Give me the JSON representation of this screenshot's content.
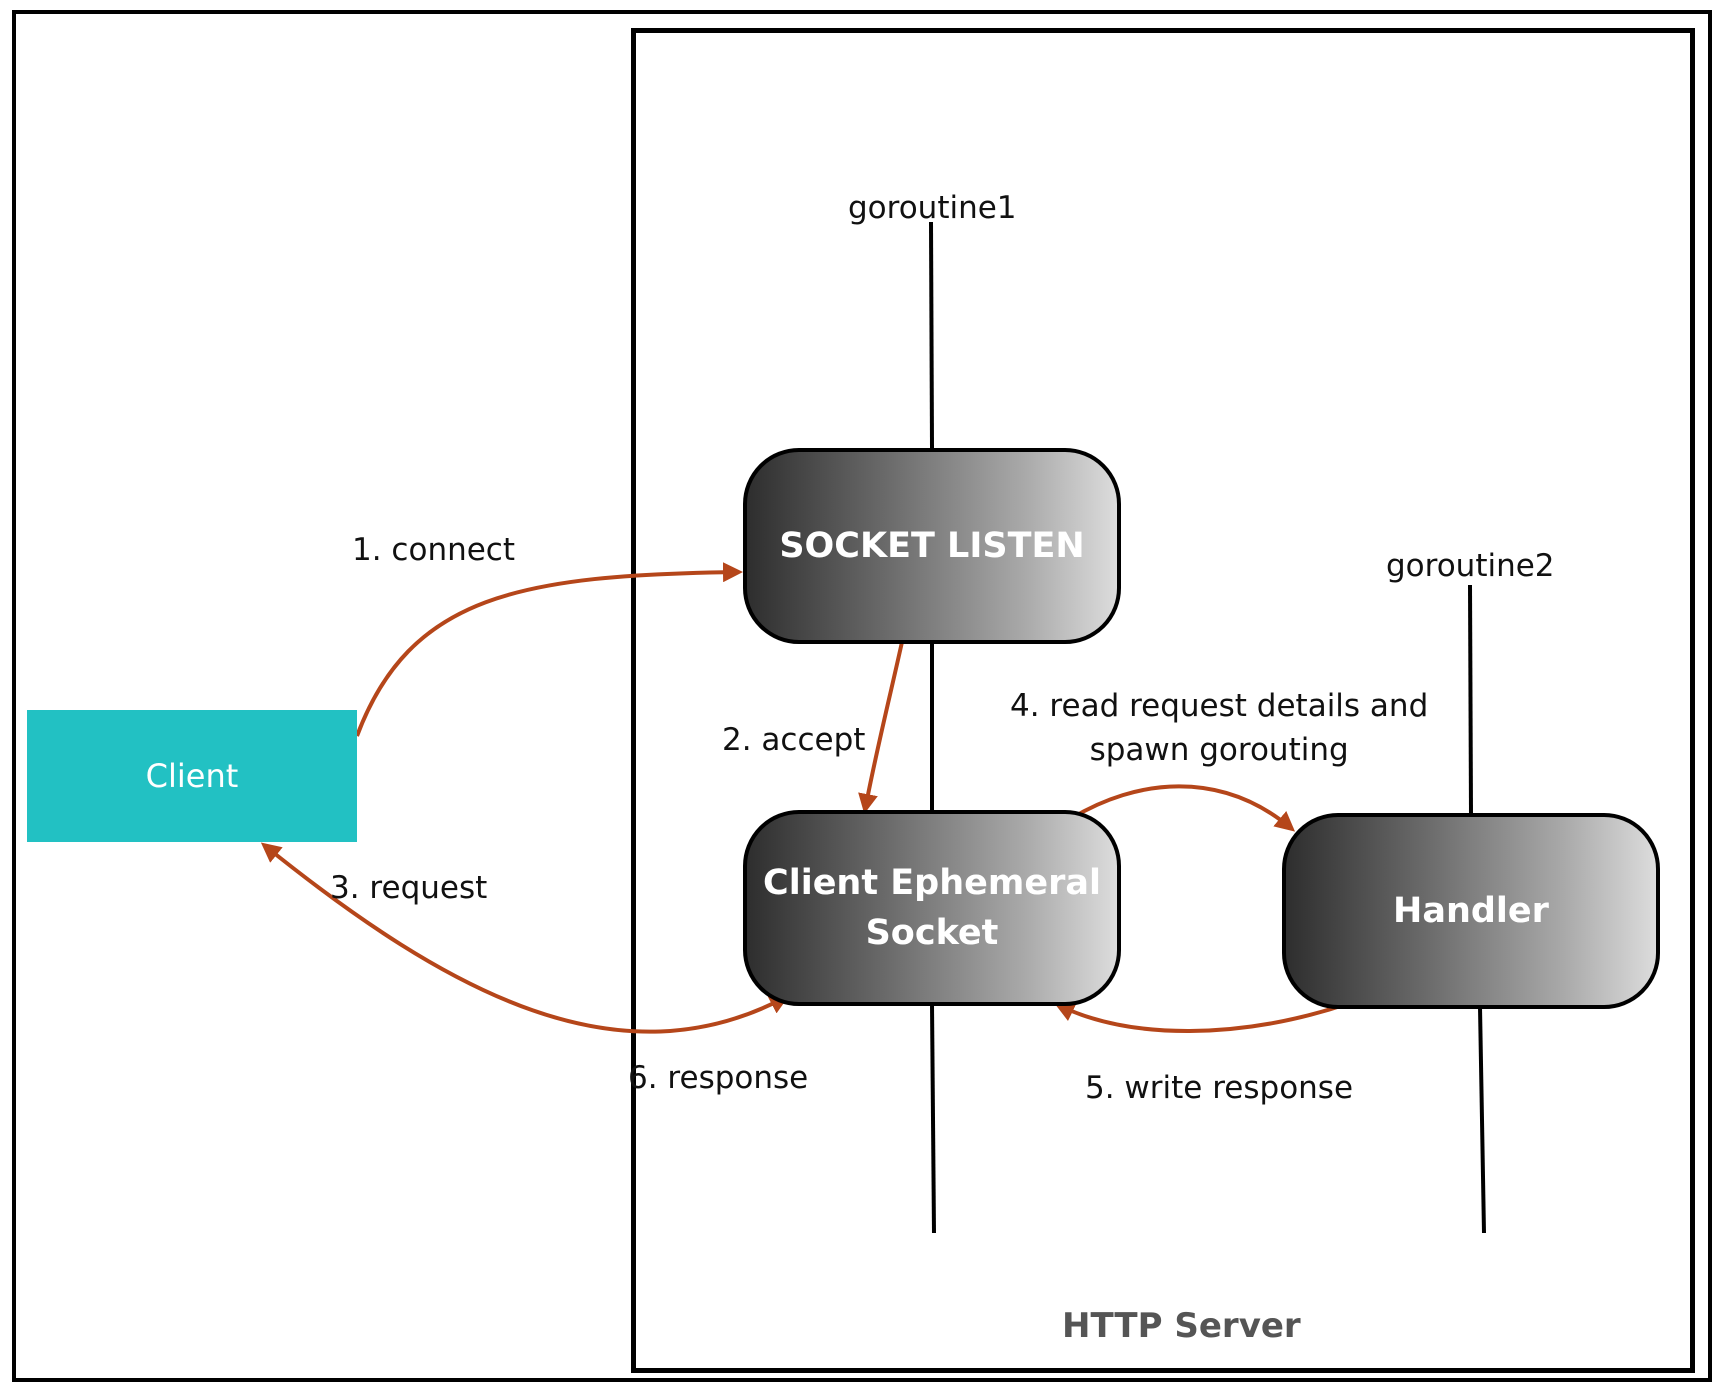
{
  "diagram": {
    "server_title": "HTTP Server",
    "client_label": "Client",
    "nodes": {
      "socket_listen": "SOCKET LISTEN",
      "ephemeral_socket": "Client  Ephemeral\nSocket",
      "handler": "Handler"
    },
    "threads": {
      "goroutine1": "goroutine1",
      "goroutine2": "goroutine2"
    },
    "steps": {
      "connect": "1. connect",
      "accept": "2. accept",
      "request": "3. request",
      "read_spawn": "4. read request details and\nspawn gorouting",
      "write_response": "5. write response",
      "response": "6. response"
    },
    "colors": {
      "arrow": "#b5461a",
      "client": "#22c1c3",
      "line": "#000000"
    }
  }
}
